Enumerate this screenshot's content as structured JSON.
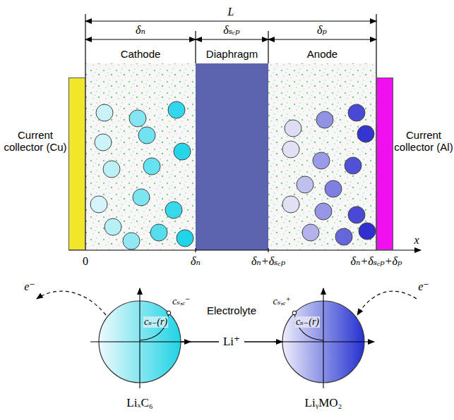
{
  "diagram": {
    "nodes": [
      {
        "text": [
          "Current collector (Cu)"
        ]
      },
      {
        "text": [
          "Cathode"
        ]
      },
      {
        "text": [
          "Diaphragm"
        ]
      },
      {
        "text": [
          "Anode"
        ]
      },
      {
        "text": [
          "Current collector (Al)"
        ]
      },
      {
        "text": [
          "cₛ₋(r)",
          "cₛ,ₑ⁻",
          "LiₓC₆"
        ]
      },
      {
        "text": [
          "cₛ₋(r)",
          "cₛ,ₑ⁺",
          "LiᵧMO₂"
        ]
      }
    ],
    "edges": [
      {
        "from": 5,
        "to": 6,
        "arrow": "to",
        "label": "Li⁺"
      }
    ],
    "labels": [
      "L",
      "δₙ",
      "δₛₑₚ",
      "δₚ",
      "x",
      "0",
      "δₙ",
      "δₙ+δₛₑₚ",
      "δₙ+δₛₑₚ+δₚ",
      "e⁻",
      "Electrolyte",
      "e⁻"
    ]
  }
}
